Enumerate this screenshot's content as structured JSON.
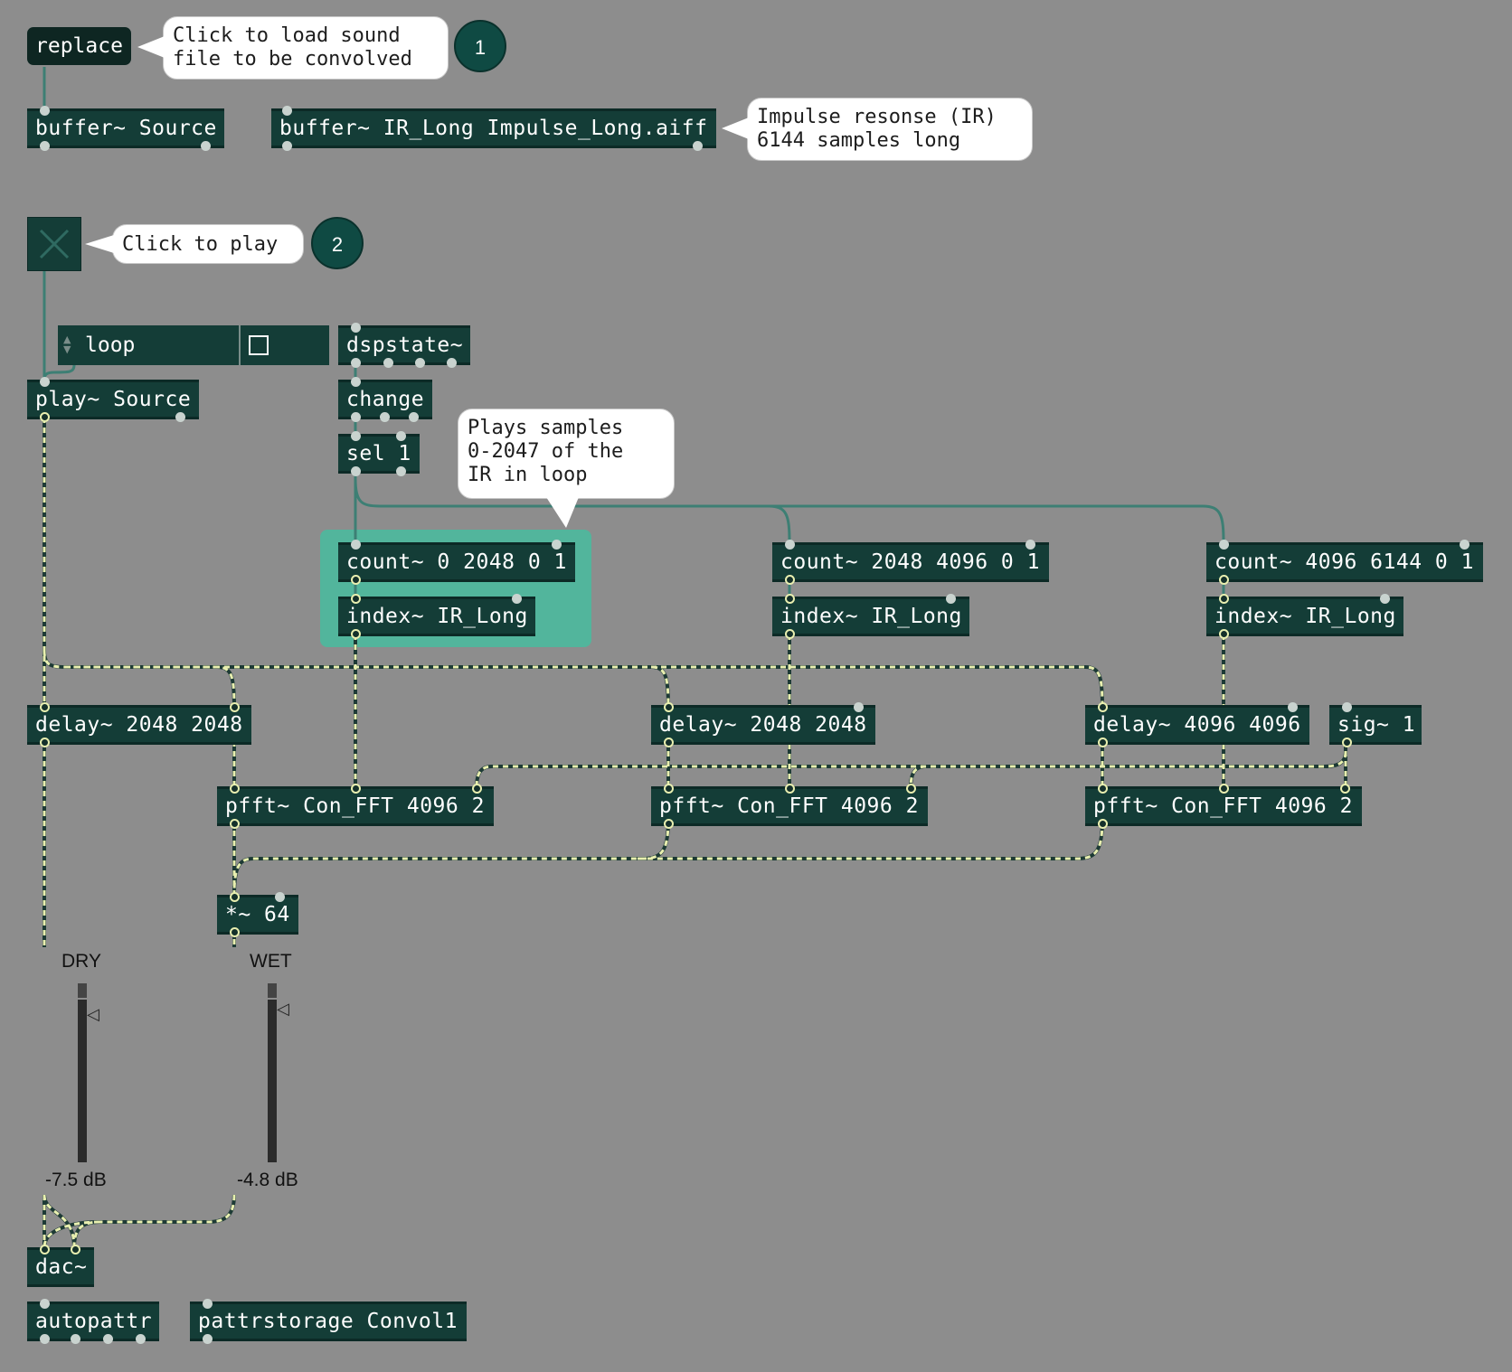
{
  "messages": {
    "replace": "replace"
  },
  "comments": {
    "load_file": "Click to load sound\nfile to be convolved",
    "impulse": "Impulse resonse (IR)\n6144 samples long",
    "click_play": "Click to play",
    "plays_samples": "Plays samples\n0-2047 of the\nIR in loop"
  },
  "steps": [
    "1",
    "2"
  ],
  "objects": {
    "buffer_source": "buffer~ Source",
    "buffer_ir": "buffer~ IR_Long Impulse_Long.aiff",
    "umenu": "loop",
    "dspstate": "dspstate~",
    "play_source": "play~ Source",
    "change": "change",
    "sel": "sel 1",
    "count1": "count~ 0 2048 0 1",
    "index1": "index~ IR_Long",
    "count2": "count~ 2048 4096 0 1",
    "index2": "index~ IR_Long",
    "count3": "count~ 4096 6144 0 1",
    "index3": "index~ IR_Long",
    "delay1": "delay~ 2048 2048",
    "delay2": "delay~ 2048 2048",
    "delay3": "delay~ 4096 4096",
    "sig": "sig~ 1",
    "pfft1": "pfft~ Con_FFT 4096 2",
    "pfft2": "pfft~ Con_FFT 4096 2",
    "pfft3": "pfft~ Con_FFT 4096 2",
    "mul": "*~ 64",
    "dac": "dac~",
    "autopattr": "autopattr",
    "pattrstorage": "pattrstorage Convol1"
  },
  "faders": {
    "dry": {
      "label": "DRY",
      "value": "-7.5 dB"
    },
    "wet": {
      "label": "WET",
      "value": "-4.8 dB"
    }
  },
  "colors": {
    "background": "#8d8d8d",
    "object": "#143d37",
    "highlight": "#52b59c",
    "control_wire": "#3a7a70",
    "signal_wire": "#e9efb0"
  }
}
